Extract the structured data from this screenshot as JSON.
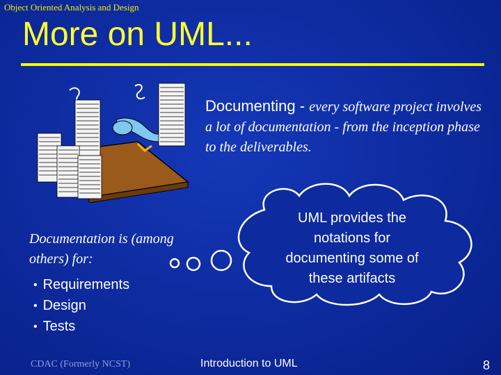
{
  "header": {
    "text": "Object Oriented Analysis and Design"
  },
  "slide": {
    "title": "More on UML...",
    "paragraph_lead": "Documenting - ",
    "paragraph_rest": "every software project involves a lot of documentation - from the inception phase to the deliverables.",
    "documentation_for": "Documentation is (among others)  for:",
    "bullet_glyph": "•",
    "list": [
      "Requirements",
      "Design",
      "Tests"
    ],
    "cloud_text": "UML provides the notations for documenting some of these artifacts"
  },
  "illustration": {
    "icon": "paperwork-desk-icon"
  },
  "footer": {
    "left": "CDAC (Formerly NCST)",
    "center": "Introduction to UML",
    "page": "8"
  },
  "colors": {
    "background": "#0d2a9e",
    "title": "#ffff33",
    "rule": "#ffff00",
    "text": "#ffffff"
  }
}
